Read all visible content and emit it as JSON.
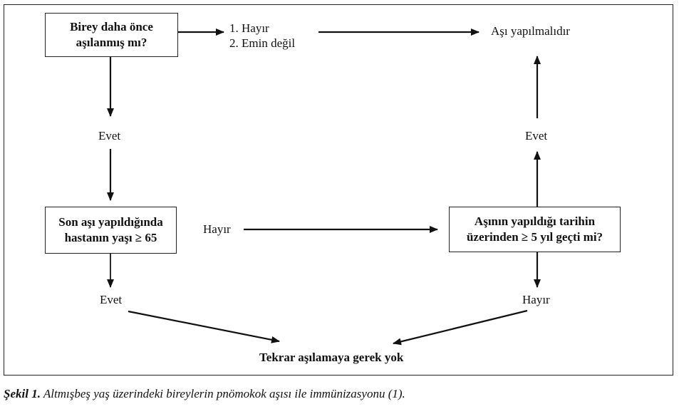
{
  "diagram": {
    "nodes": {
      "q1": {
        "line1": "Birey daha önce",
        "line2": "aşılanmış mı?"
      },
      "q2": {
        "line1": "Son aşı yapıldığında",
        "line2": "hastanın yaşı ≥ 65"
      },
      "q3": {
        "line1": "Aşının yapıldığı tarihin",
        "line2": "üzerinden ≥ 5 yıl geçti mi?"
      },
      "vaccinate": "Aşı yapılmalıdır",
      "no_revaccination": "Tekrar aşılamaya gerek yok"
    },
    "labels": {
      "q1_options_1": "1. Hayır",
      "q1_options_2": "2. Emin değil",
      "q1_yes": "Evet",
      "q2_yes": "Evet",
      "q2_no": "Hayır",
      "q3_yes": "Evet",
      "q3_no": "Hayır"
    }
  },
  "caption": {
    "label": "Şekil 1.",
    "text": " Altmışbeş yaş üzerindeki bireylerin pnömokok aşısı ile immünizasyonu (1)."
  }
}
